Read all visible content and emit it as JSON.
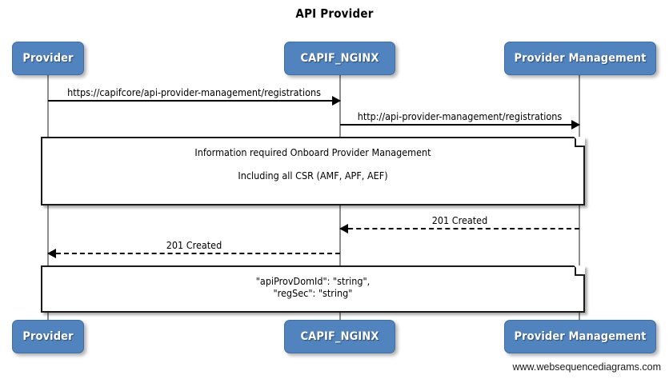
{
  "diagram": {
    "title": "API Provider",
    "type": "sequence-diagram",
    "watermark": "www.websequencediagrams.com",
    "colors": {
      "actor_fill": "#5183bf",
      "actor_border": "#3f6ea4",
      "actor_text": "#ffffff",
      "line": "#000000",
      "lifeline": "#8d8d8d",
      "note_fill": "#ffffff",
      "note_border": "#1a1a1a",
      "background": "#ffffff"
    }
  },
  "participants": [
    {
      "id": "provider",
      "label": "Provider"
    },
    {
      "id": "capif_nginx",
      "label": "CAPIF_NGINX"
    },
    {
      "id": "provider_management",
      "label": "Provider Management"
    }
  ],
  "messages": [
    {
      "id": "msg1",
      "label": "https://capifcore/api-provider-management/registrations",
      "from": "provider",
      "to": "capif_nginx",
      "style": "solid",
      "direction": "right"
    },
    {
      "id": "msg2",
      "label": "http://api-provider-management/registrations",
      "from": "capif_nginx",
      "to": "provider_management",
      "style": "solid",
      "direction": "right"
    },
    {
      "id": "msg3",
      "label": "201 Created",
      "from": "provider_management",
      "to": "capif_nginx",
      "style": "dashed",
      "direction": "left"
    },
    {
      "id": "msg4",
      "label": "201 Created",
      "from": "capif_nginx",
      "to": "provider",
      "style": "dashed",
      "direction": "left"
    }
  ],
  "notes": [
    {
      "id": "note1",
      "line1": "Information required Onboard Provider Management",
      "line2": "Including all CSR (AMF, APF, AEF)"
    },
    {
      "id": "note2",
      "line1": "\"apiProvDomId\": \"string\",",
      "line2": "\"regSec\": \"string\""
    }
  ]
}
